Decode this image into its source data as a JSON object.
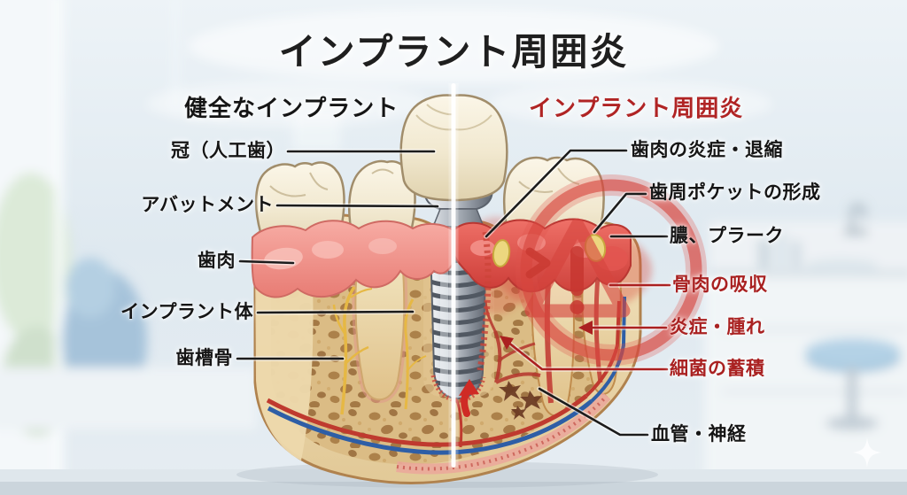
{
  "title": "インプラント周囲炎",
  "panels": {
    "healthy": {
      "heading": "健全なインプラント",
      "labels": [
        {
          "text": "冠（人工歯）",
          "emphasis": "normal"
        },
        {
          "text": "アバットメント",
          "emphasis": "normal"
        },
        {
          "text": "歯肉",
          "emphasis": "normal"
        },
        {
          "text": "インプラント体",
          "emphasis": "normal"
        },
        {
          "text": "歯槽骨",
          "emphasis": "normal"
        }
      ]
    },
    "diseased": {
      "heading": "インプラント周囲炎",
      "labels": [
        {
          "text": "歯肉の炎症・退縮",
          "emphasis": "normal"
        },
        {
          "text": "歯周ポケットの形成",
          "emphasis": "normal"
        },
        {
          "text": "膿、プラーク",
          "emphasis": "normal"
        },
        {
          "text": "骨肉の吸収",
          "emphasis": "alert"
        },
        {
          "text": "炎症・腫れ",
          "emphasis": "alert"
        },
        {
          "text": "細菌の蓄積",
          "emphasis": "alert"
        },
        {
          "text": "血管・神経",
          "emphasis": "normal"
        }
      ]
    }
  },
  "colors": {
    "title": "#1f1f1f",
    "label_normal": "#151515",
    "label_alert": "#a92121",
    "heading_alert": "#b02424",
    "warning_overlay": "#d6453e",
    "healthy_gum": "#ef8f88",
    "inflamed_gum": "#d9453f"
  },
  "icons": {
    "warning": "warning-triangle-icon",
    "chevron": "chevron-right-icon",
    "arrow_up": "arrow-up-icon",
    "sparkle": "sparkle-icon"
  }
}
